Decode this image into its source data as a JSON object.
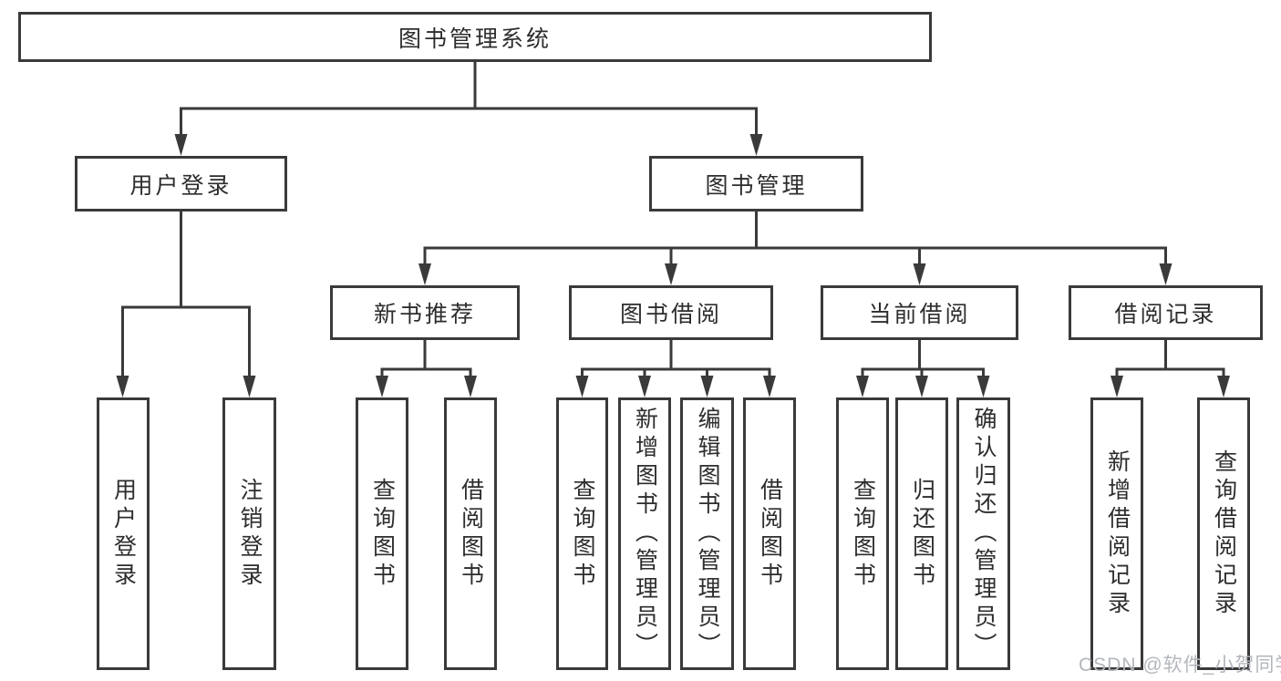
{
  "diagram": {
    "root": {
      "label": "图书管理系统"
    },
    "branches": [
      {
        "label": "用户登录",
        "children": [
          {
            "label": "用户登录"
          },
          {
            "label": "注销登录"
          }
        ]
      },
      {
        "label": "图书管理",
        "children": [
          {
            "label": "新书推荐",
            "children": [
              {
                "label": "查询图书"
              },
              {
                "label": "借阅图书"
              }
            ]
          },
          {
            "label": "图书借阅",
            "children": [
              {
                "label": "查询图书"
              },
              {
                "label": "新增图书（管理员）"
              },
              {
                "label": "编辑图书（管理员）"
              },
              {
                "label": "借阅图书"
              }
            ]
          },
          {
            "label": "当前借阅",
            "children": [
              {
                "label": "查询图书"
              },
              {
                "label": "归还图书"
              },
              {
                "label": "确认归还（管理员）"
              }
            ]
          },
          {
            "label": "借阅记录",
            "children": [
              {
                "label": "新增借阅记录"
              },
              {
                "label": "查询借阅记录"
              }
            ]
          }
        ]
      }
    ]
  },
  "watermark": {
    "text": "CSDN @软件_小贺同学"
  },
  "colors": {
    "line": "#3a3a3a",
    "text": "#2d2d2d",
    "watermark": "#b3b7bd",
    "background": "#ffffff"
  }
}
